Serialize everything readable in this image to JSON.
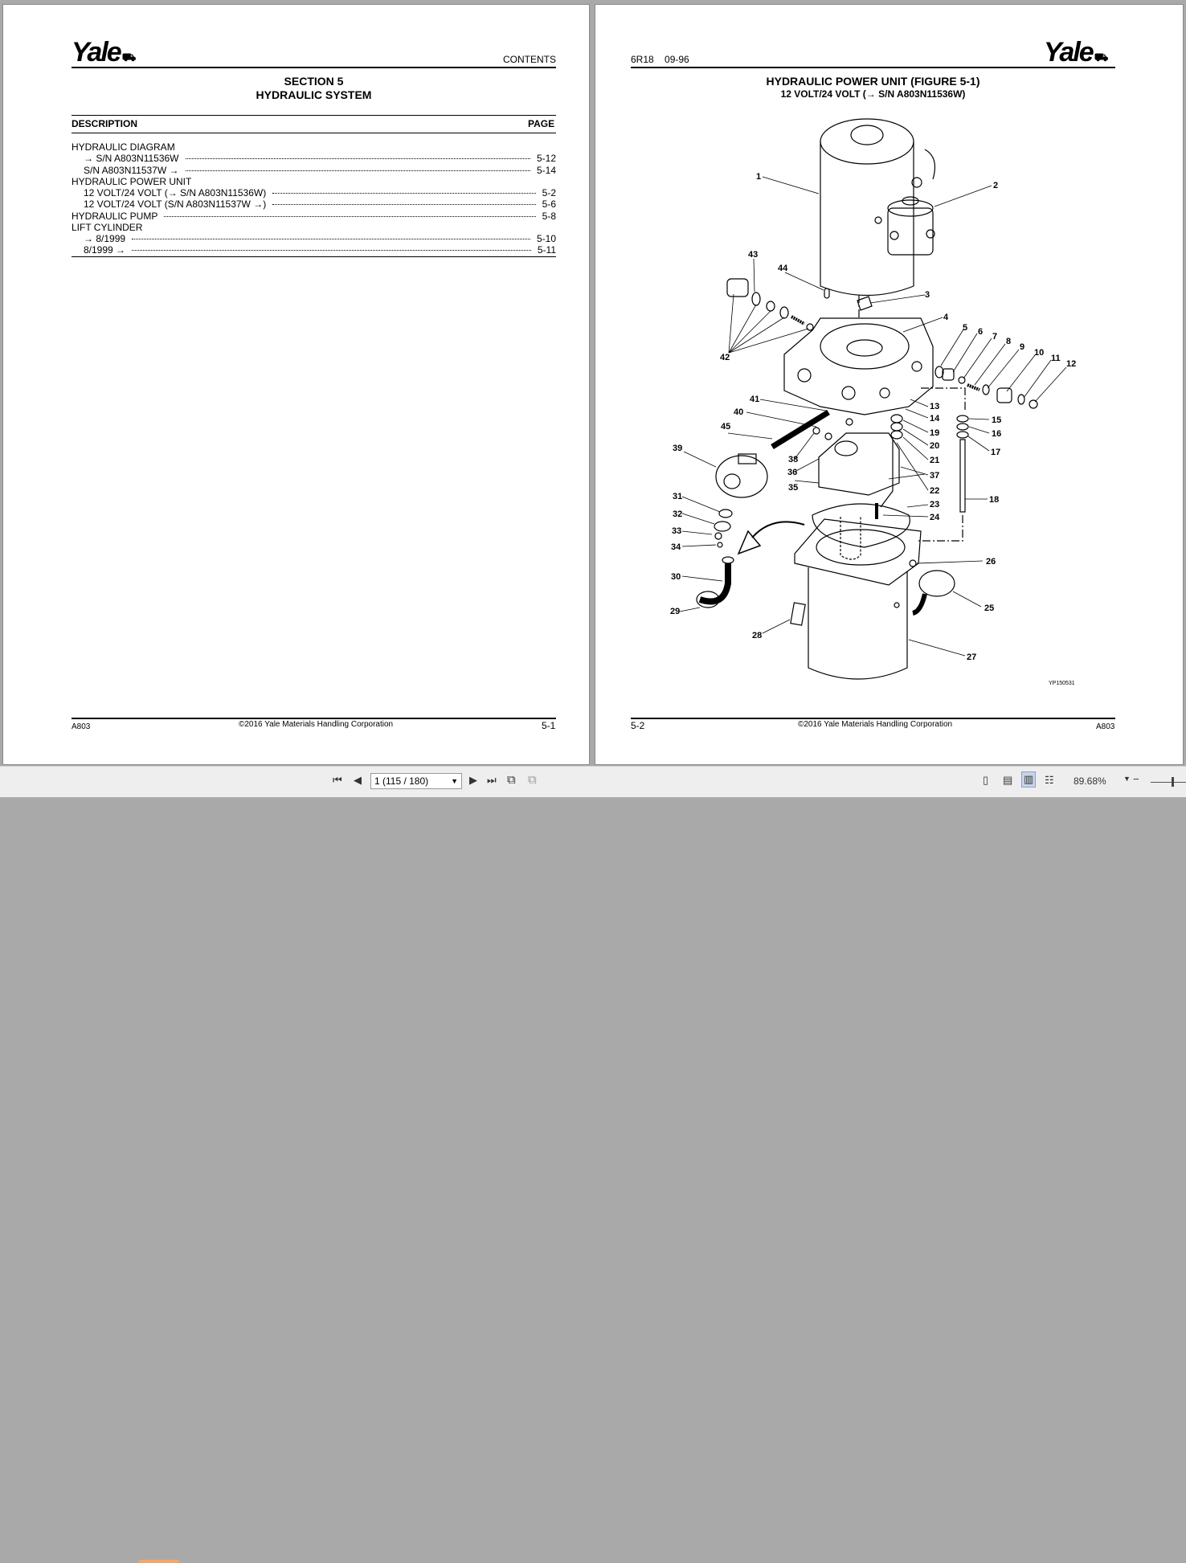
{
  "left_page": {
    "logo_text": "Yale",
    "header_right": "CONTENTS",
    "section_title": "SECTION 5",
    "section_subtitle": "HYDRAULIC SYSTEM",
    "col_description": "DESCRIPTION",
    "col_page": "PAGE",
    "toc": [
      {
        "label": "HYDRAULIC DIAGRAM",
        "page": ""
      },
      {
        "label": "→ S/N A803N11536W",
        "page": "5-12"
      },
      {
        "label": "S/N A803N11537W →",
        "page": "5-14"
      },
      {
        "label": "HYDRAULIC POWER UNIT",
        "page": ""
      },
      {
        "label": "12 VOLT/24 VOLT (→ S/N A803N11536W)",
        "page": "5-2"
      },
      {
        "label": "12 VOLT/24 VOLT (S/N A803N11537W →)",
        "page": "5-6"
      },
      {
        "label": "HYDRAULIC PUMP",
        "page": "5-8"
      },
      {
        "label": "LIFT CYLINDER",
        "page": ""
      },
      {
        "label": "→ 8/1999",
        "page": "5-10"
      },
      {
        "label": "8/1999 →",
        "page": "5-11"
      }
    ],
    "footer_left": "A803",
    "footer_center": "©2016 Yale Materials Handling Corporation",
    "footer_right": "5-1"
  },
  "right_page": {
    "logo_text": "Yale",
    "header_left": "6R18    09-96",
    "figure_title": "HYDRAULIC POWER UNIT (FIGURE 5-1)",
    "figure_subtitle": "12 VOLT/24 VOLT  (→ S/N A803N11536W)",
    "figure_code": "YP150531",
    "callouts": [
      "1",
      "2",
      "3",
      "4",
      "5",
      "6",
      "7",
      "8",
      "9",
      "10",
      "11",
      "12",
      "13",
      "14",
      "15",
      "16",
      "17",
      "18",
      "19",
      "20",
      "21",
      "22",
      "23",
      "24",
      "25",
      "26",
      "27",
      "28",
      "29",
      "30",
      "31",
      "32",
      "33",
      "34",
      "35",
      "36",
      "37",
      "38",
      "39",
      "40",
      "41",
      "42",
      "43",
      "44",
      "45"
    ],
    "footer_left": "5-2",
    "footer_center": "©2016 Yale Materials Handling Corporation",
    "footer_right": "A803"
  },
  "toolbar": {
    "page_indicator": "1 (115 / 180)",
    "zoom": "89.68%"
  }
}
